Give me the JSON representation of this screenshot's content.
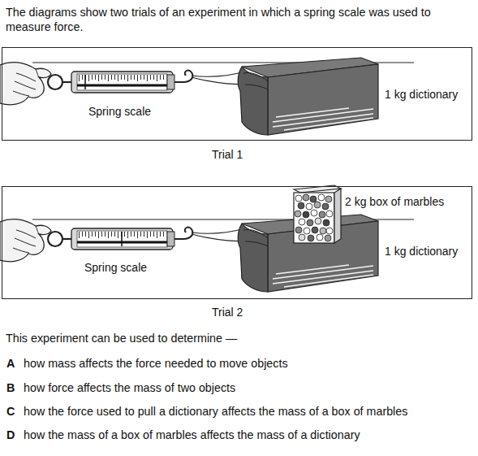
{
  "diagram": {
    "title": "The diagrams show two trials of an experiment in which a spring scale was used to measure force.",
    "nodes": [
      {
        "text": [
          "Spring scale",
          "1 kg dictionary",
          "Trial 1"
        ]
      },
      {
        "text": [
          "2 kg box of marbles",
          "1 kg dictionary",
          "Spring scale",
          "Trial 2"
        ]
      }
    ],
    "labels": [
      "This experiment can be used to determine —",
      "A",
      "how mass affects the force needed to move objects",
      "B",
      "how force affects the mass of two objects",
      "C",
      "how the force used to pull a dictionary affects the mass of a box of marbles",
      "D",
      "how the mass of a box of marbles affects the mass of a dictionary"
    ]
  }
}
